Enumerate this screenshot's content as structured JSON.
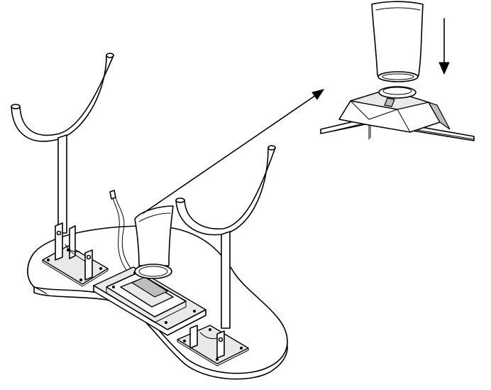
{
  "diagram": {
    "stroke_color": "#000000",
    "background_color": "#ffffff",
    "part_fill_color": "#e9e9e9",
    "parts": [
      "base-board",
      "left-stand",
      "right-stand",
      "center-base-block",
      "sleeve",
      "detail-inset"
    ],
    "arrows": [
      "leader-arrow-to-detail",
      "insert-direction-arrow"
    ]
  }
}
